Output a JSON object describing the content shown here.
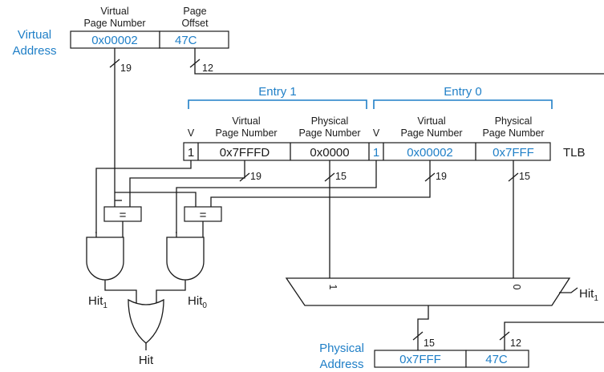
{
  "virtual_address": {
    "label_line1": "Virtual",
    "label_line2": "Address",
    "vpn_header_line1": "Virtual",
    "vpn_header_line2": "Page Number",
    "offset_header_line1": "Page",
    "offset_header_line2": "Offset",
    "vpn_value": "0x00002",
    "offset_value": "47C",
    "vpn_width": "19",
    "offset_width": "12"
  },
  "tlb": {
    "label": "TLB",
    "entry1_title": "Entry 1",
    "entry0_title": "Entry 0",
    "v_header": "V",
    "vpn_header_line1": "Virtual",
    "vpn_header_line2": "Page Number",
    "ppn_header_line1": "Physical",
    "ppn_header_line2": "Page Number",
    "entry1": {
      "v": "1",
      "vpn": "0x7FFFD",
      "ppn": "0x0000"
    },
    "entry0": {
      "v": "1",
      "vpn": "0x00002",
      "ppn": "0x7FFF"
    },
    "vpn_width": "19",
    "ppn_width": "15"
  },
  "comparators": {
    "symbol": "="
  },
  "hit_signals": {
    "hit1_base": "Hit",
    "hit1_sub": "1",
    "hit0_base": "Hit",
    "hit0_sub": "0",
    "hit": "Hit"
  },
  "mux": {
    "input1_label": "1",
    "input0_label": "0",
    "select_base": "Hit",
    "select_sub": "1"
  },
  "physical_address": {
    "label_line1": "Physical",
    "label_line2": "Address",
    "ppn_value": "0x7FFF",
    "offset_value": "47C",
    "ppn_width": "15",
    "offset_width": "12"
  },
  "colors": {
    "accent": "#1f7fc7",
    "ink": "#1a1a1a"
  }
}
